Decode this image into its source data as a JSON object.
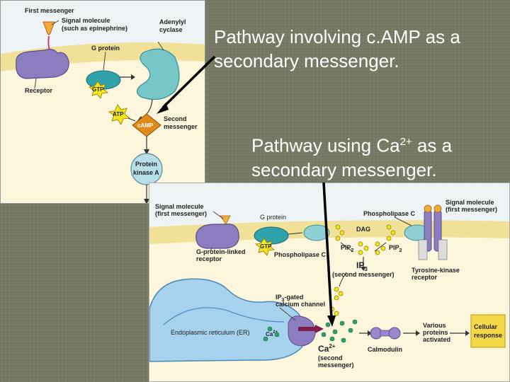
{
  "heading_camp": "Pathway involving c.AMP as a secondary messenger.",
  "heading_ca_prefix": "Pathway using Ca",
  "heading_ca_sup": "2+",
  "heading_ca_suffix": " as a secondary messenger.",
  "camp_diagram": {
    "first_messenger": "First messenger",
    "signal_molecule_1": "Signal molecule",
    "signal_molecule_2": "(such as epinephrine)",
    "adenylyl_1": "Adenylyl",
    "adenylyl_2": "cyclase",
    "g_protein": "G protein",
    "gtp": "GTP",
    "receptor": "Receptor",
    "atp": "ATP",
    "camp": "cAMP",
    "second_1": "Second",
    "second_2": "messenger",
    "pka_1": "Protein",
    "pka_2": "kinase A"
  },
  "ca_diagram": {
    "signal_left_1": "Signal molecule",
    "signal_left_2": "(first messenger)",
    "g_protein": "G protein",
    "gtp": "GTP",
    "gplr_1": "G-protein-linked",
    "gplr_2": "receptor",
    "phospholipase_c_top": "Phospholipase C",
    "phospholipase_c_low": "Phospholipase C",
    "dag": "DAG",
    "pip2_left": "PIP",
    "pip2_right": "PIP",
    "pip2_sub": "2",
    "ip3": "IP",
    "ip3_sub": "3",
    "ip3_second": "(second messenger)",
    "signal_right_1": "Signal molecule",
    "signal_right_2": "(first messenger)",
    "tkr_1": "Tyrosine-kinase",
    "tkr_2": "receptor",
    "ip3_gated_1": "IP",
    "ip3_gated_2": "-gated",
    "ip3_gated_3": "calcium channel",
    "er": "Endoplasmic reticulum (ER)",
    "ca_er": "Ca",
    "ca_sup": "2+",
    "ca_big": "Ca",
    "ca_second_1": "(second",
    "ca_second_2": "messenger)",
    "calmodulin": "Calmodulin",
    "various_1": "Various",
    "various_2": "proteins",
    "various_3": "activated",
    "response_1": "Cellular",
    "response_2": "response"
  },
  "colors": {
    "background": "#767a64",
    "membrane": "#f0e098",
    "cytoplasm": "#fbf6dc",
    "outside": "#e9f0f5",
    "receptor": "#8c7cc0",
    "g_protein": "#2fa3a9",
    "adenylyl_cyclase": "#77c7c9",
    "camp": "#e08a1a",
    "gtp": "#f5e51c",
    "pka": "#b8dfe8",
    "er": "#a6d2ee",
    "calcium": "#2fa070",
    "response": "#f5d84a"
  }
}
